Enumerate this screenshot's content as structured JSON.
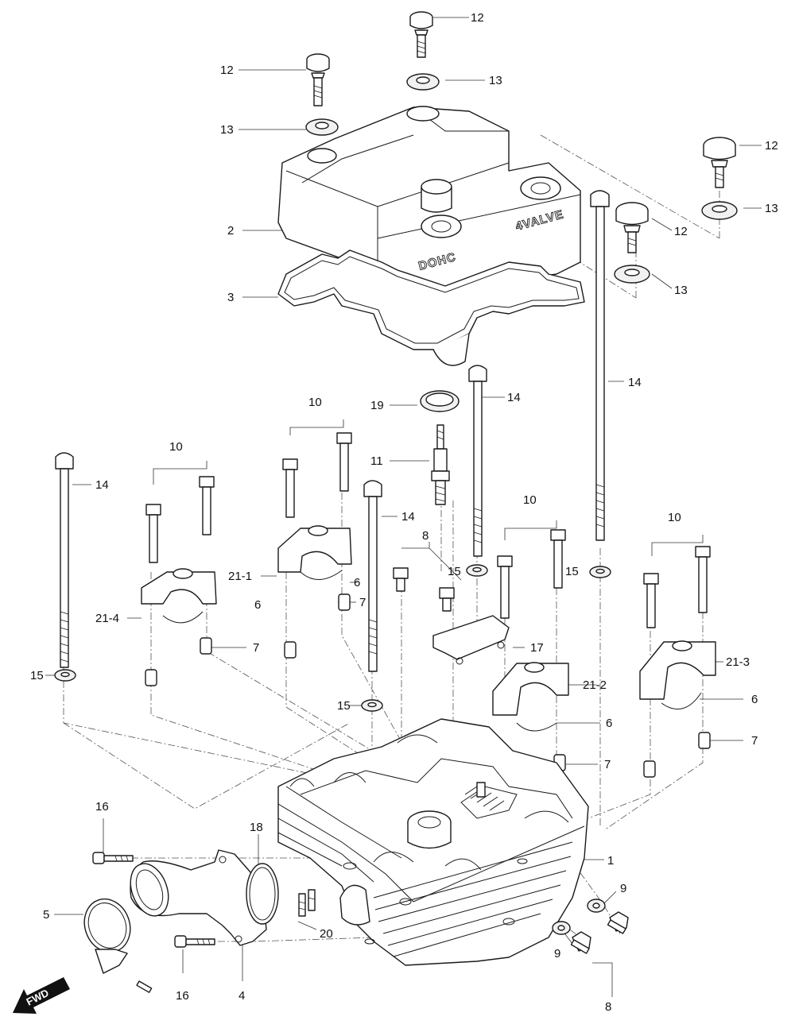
{
  "labels": {
    "l1": "1",
    "l2": "2",
    "l3": "3",
    "l4": "4",
    "l5": "5",
    "l6a": "6",
    "l6b": "6",
    "l6c": "6",
    "l6d": "6",
    "l7a": "7",
    "l7b": "7",
    "l7c": "7",
    "l7d": "7",
    "l8a": "8",
    "l8b": "8",
    "l9a": "9",
    "l9b": "9",
    "l10a": "10",
    "l10b": "10",
    "l10c": "10",
    "l10d": "10",
    "l11": "11",
    "l12a": "12",
    "l12b": "12",
    "l12c": "12",
    "l12d": "12",
    "l13a": "13",
    "l13b": "13",
    "l13c": "13",
    "l13d": "13",
    "l14a": "14",
    "l14b": "14",
    "l14c": "14",
    "l14d": "14",
    "l15a": "15",
    "l15b": "15",
    "l15c": "15",
    "l15d": "15",
    "l16a": "16",
    "l16b": "16",
    "l17": "17",
    "l18": "18",
    "l19": "19",
    "l20": "20",
    "l21_1": "21-1",
    "l21_2": "21-2",
    "l21_3": "21-3",
    "l21_4": "21-4"
  },
  "embossing": {
    "valve": "4VALVE",
    "dohc": "DOHC"
  },
  "fwd": "FWD"
}
